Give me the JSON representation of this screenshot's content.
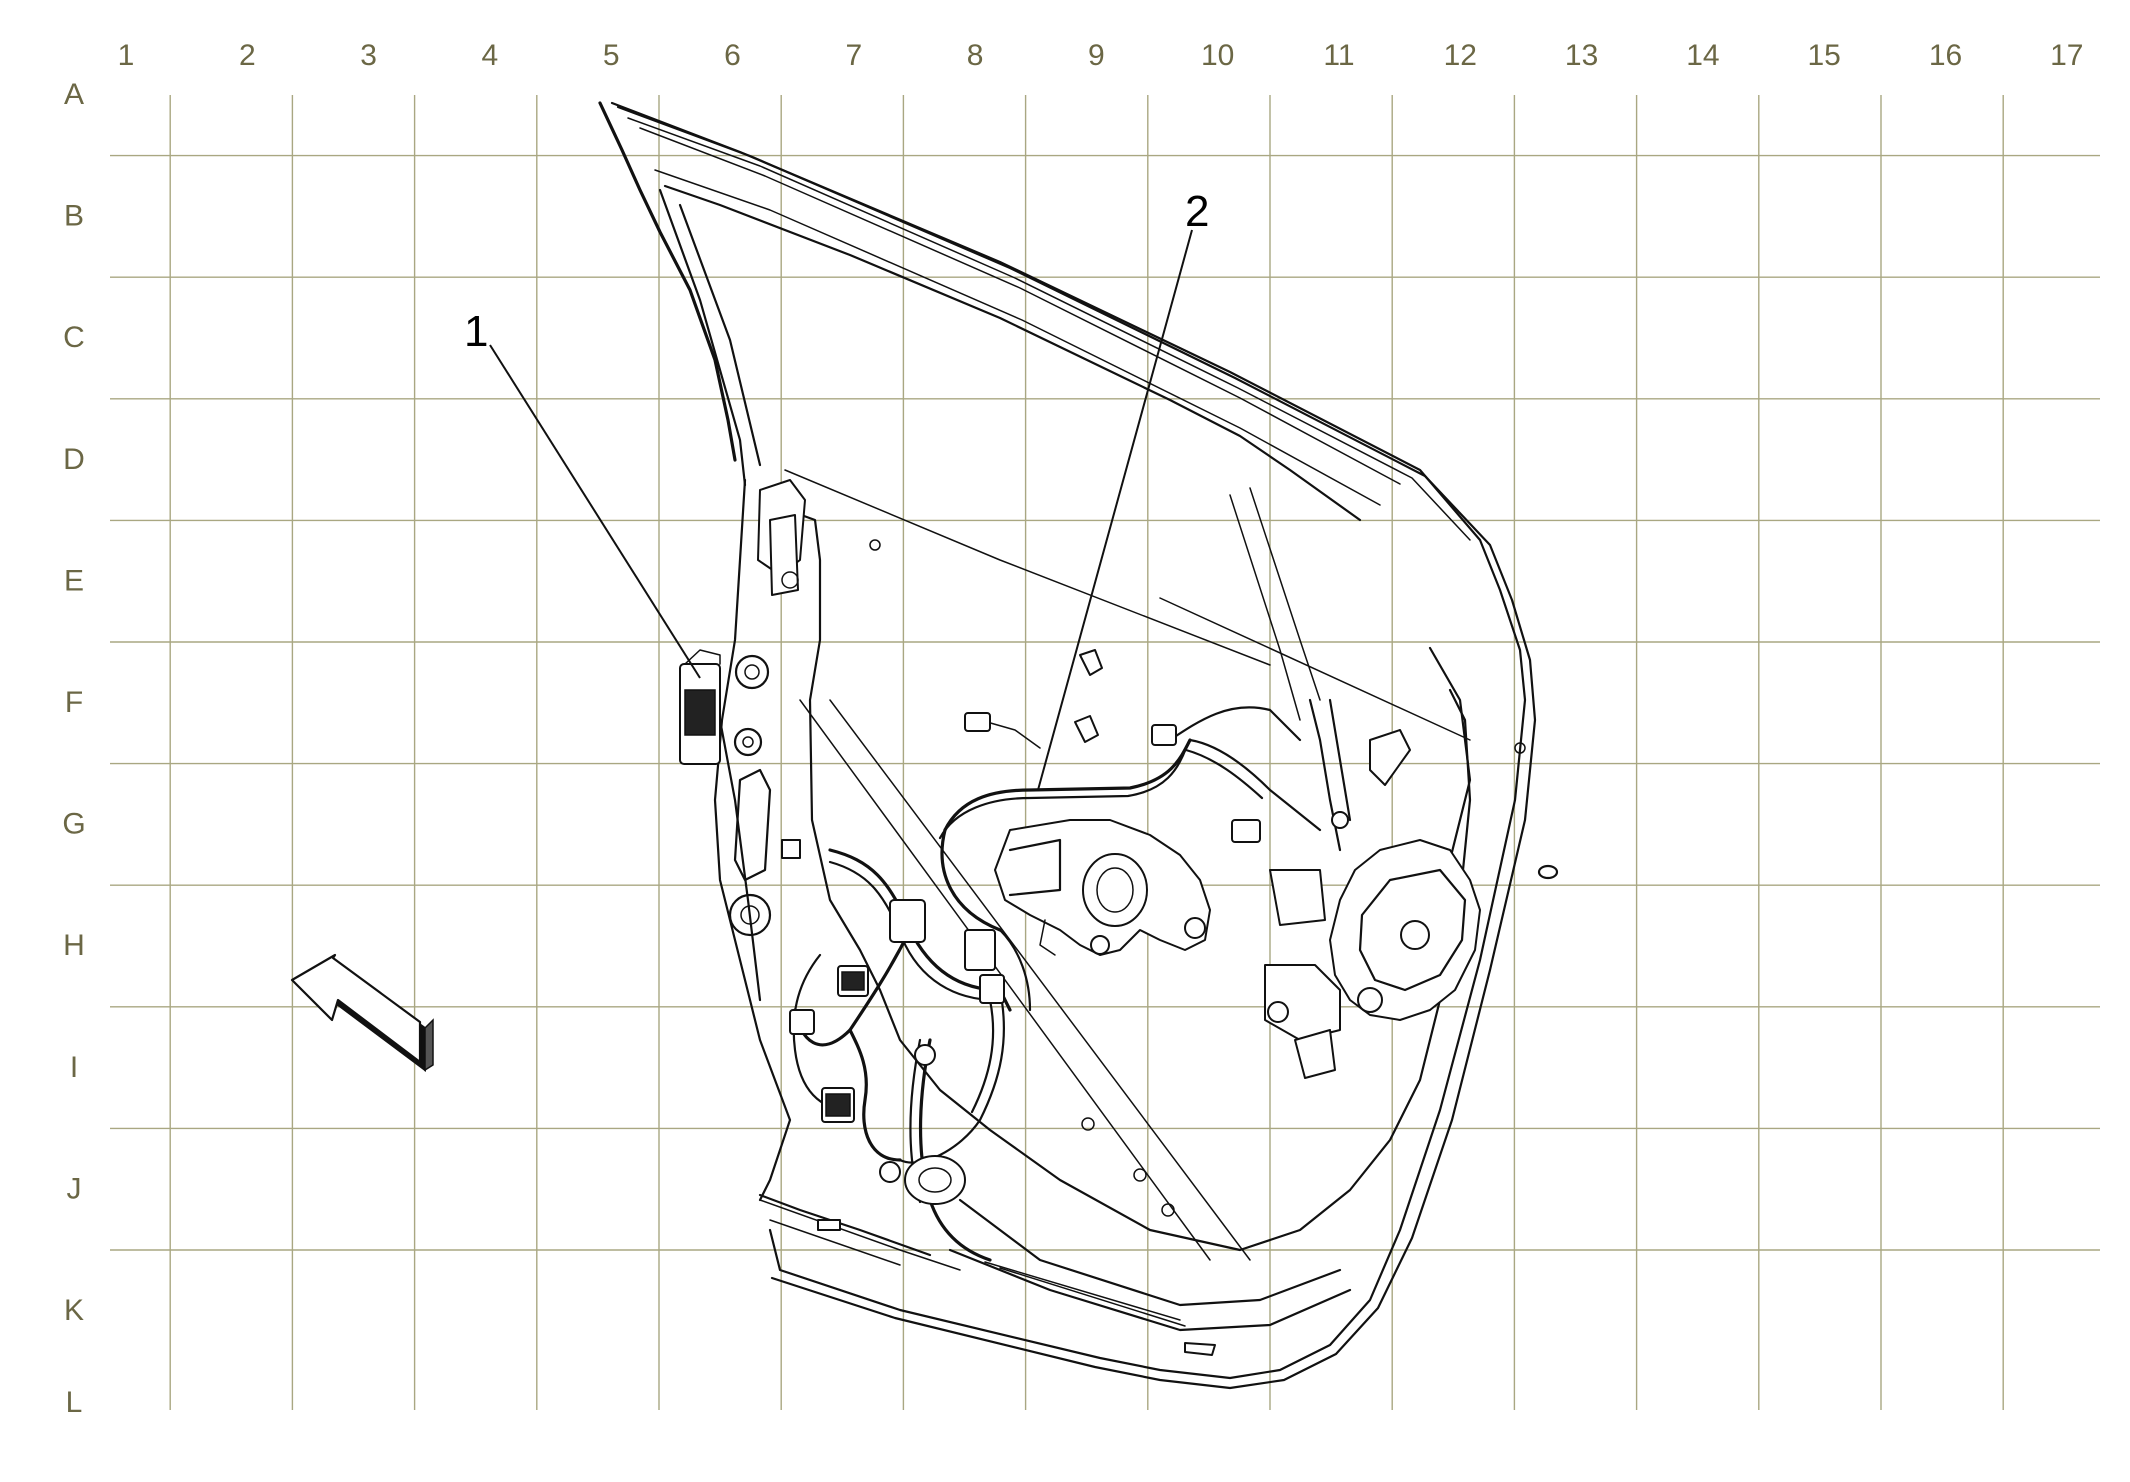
{
  "grid": {
    "columns": [
      "1",
      "2",
      "3",
      "4",
      "5",
      "6",
      "7",
      "8",
      "9",
      "10",
      "11",
      "12",
      "13",
      "14",
      "15",
      "16",
      "17"
    ],
    "rows": [
      "A",
      "B",
      "C",
      "D",
      "E",
      "F",
      "G",
      "H",
      "I",
      "J",
      "K",
      "L"
    ]
  },
  "callouts": [
    {
      "id": "1",
      "label": "1"
    },
    {
      "id": "2",
      "label": "2"
    }
  ],
  "colors": {
    "grid_line": "#a9a782",
    "grid_label": "#6b6745",
    "ink": "#111111"
  },
  "icons": {
    "orientation_arrow": "forward-direction-arrow-icon"
  }
}
